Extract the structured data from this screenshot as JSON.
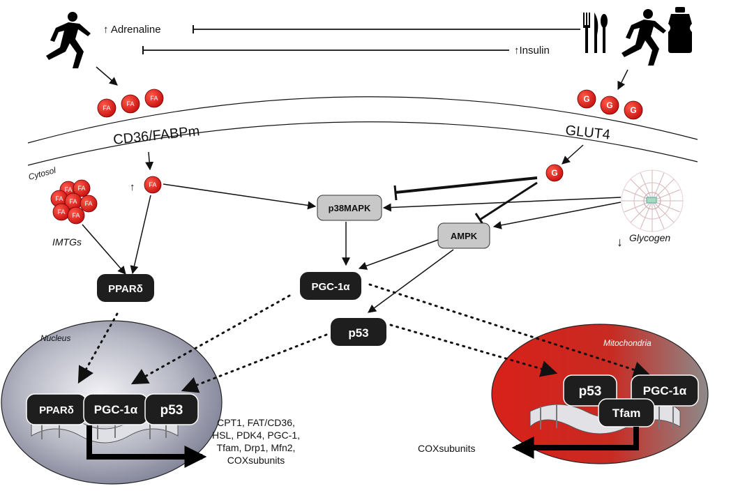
{
  "labels": {
    "adrenaline": "↑ Adrenaline",
    "insulin": "↑Insulin",
    "cd36": "CD36/FABPm",
    "glut4": "GLUT4",
    "cytosol": "Cytosol",
    "imtgs": "IMTGs",
    "glycogen": "Glycogen",
    "glycogen_arrow": "↓",
    "fa_arrow": "↑",
    "nucleus": "Nucleus",
    "mitochondria": "Mitochondria",
    "cox": "COXsubunits"
  },
  "molecules": {
    "fa": "FA",
    "g": "G"
  },
  "nodes": {
    "p38": "p38MAPK",
    "ampk": "AMPK",
    "ppard": "PPARδ",
    "pgc1a": "PGC-1α",
    "p53": "p53",
    "nuc_ppard": "PPARδ",
    "nuc_pgc1a": "PGC-1α",
    "nuc_p53": "p53",
    "mito_p53": "p53",
    "mito_pgc1a": "PGC-1α",
    "tfam": "Tfam"
  },
  "genes": [
    "CPT1, FAT/CD36,",
    "HSL, PDK4, PGC-1,",
    "Tfam, Drp1, Mfn2,",
    "COXsubunits"
  ],
  "colors": {
    "molecule_red": "#e01f1f",
    "node_dark": "#1e1e1e",
    "node_gray": "#c8c8c8",
    "mito_red": "#d7261e",
    "nucleus_gray": "#8e90a0"
  },
  "icons": [
    "runner-icon",
    "cutlery-icon",
    "bottle-icon",
    "glycogen-icon",
    "dna-icon"
  ]
}
